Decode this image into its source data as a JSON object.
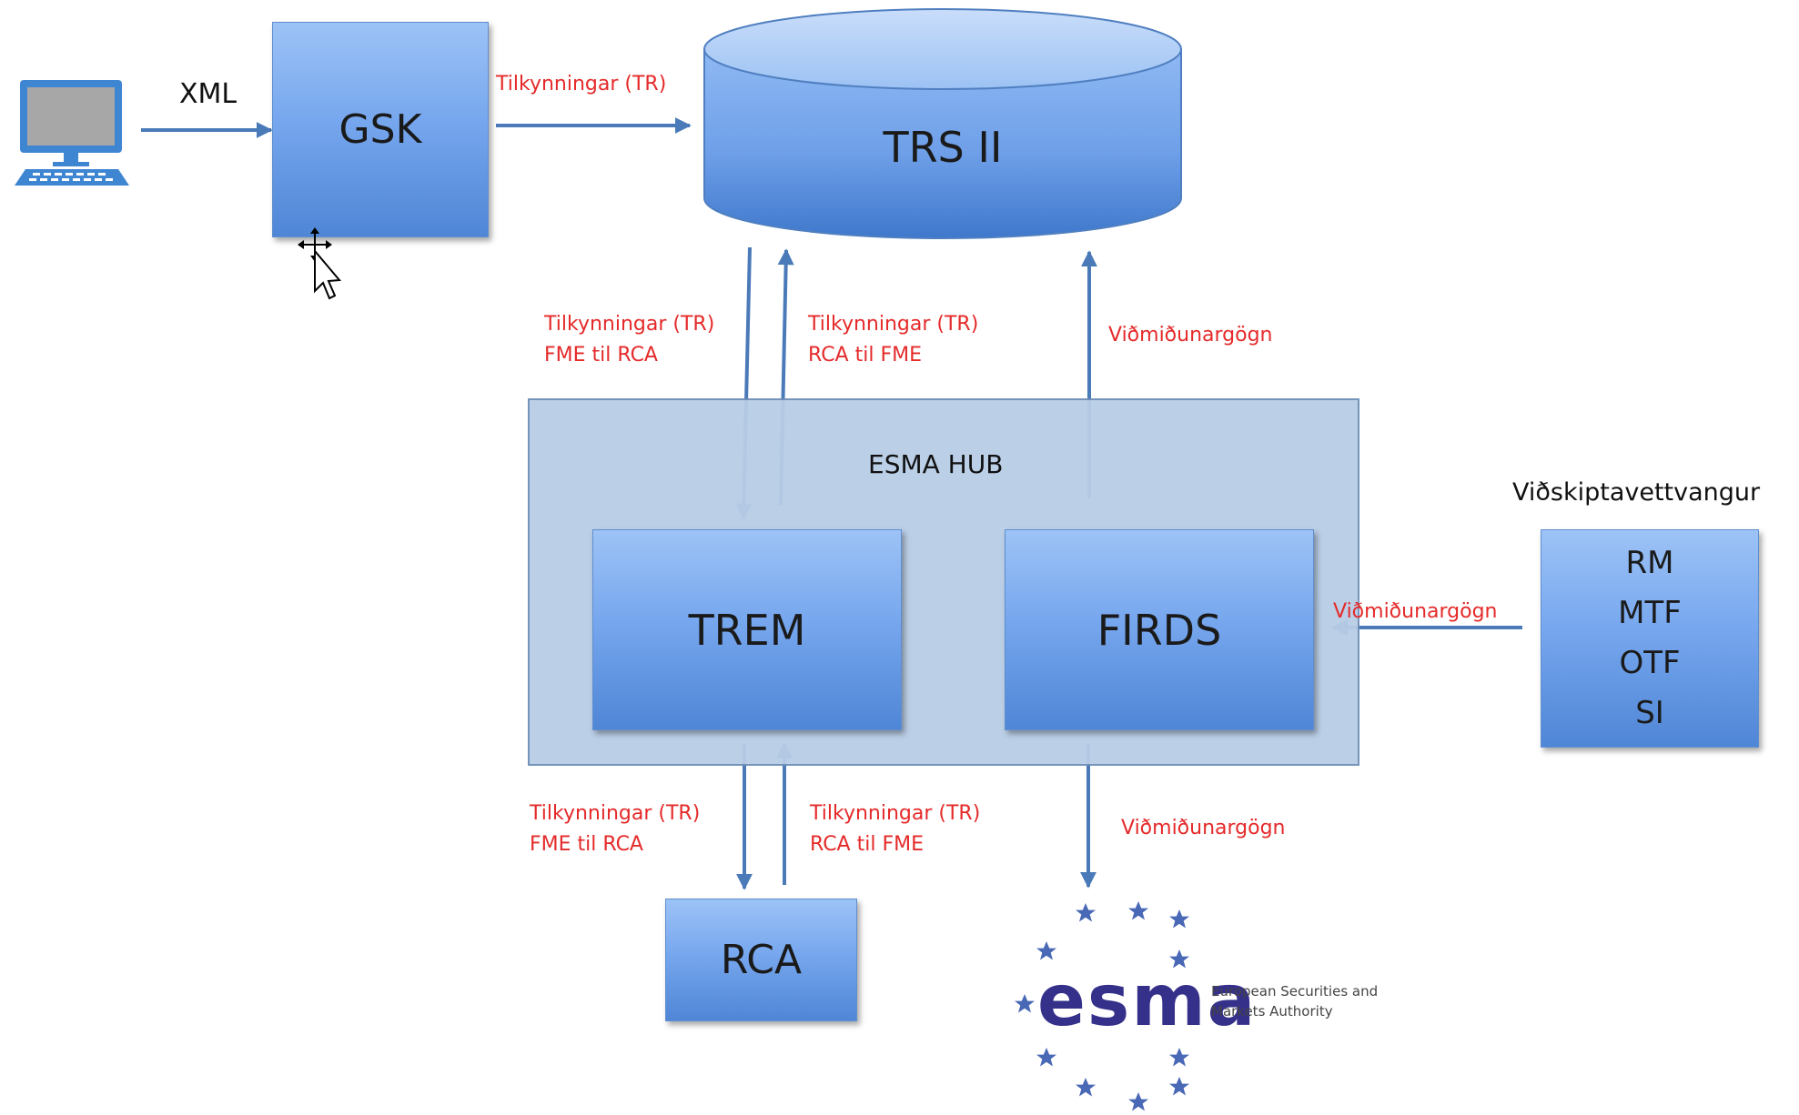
{
  "nodes": {
    "gsk": "GSK",
    "trs": "TRS II",
    "hub": "ESMA HUB",
    "trem": "TREM",
    "firds": "FIRDS",
    "rca": "RCA",
    "venues_title": "Viðskiptavettvangur",
    "venues": [
      "RM",
      "MTF",
      "OTF",
      "SI"
    ]
  },
  "edges": {
    "xml": "XML",
    "gsk_to_trs": "Tilkynningar (TR)",
    "trs_to_trem": [
      "Tilkynningar (TR)",
      "FME til RCA"
    ],
    "trem_to_trs": [
      "Tilkynningar (TR)",
      "RCA til FME"
    ],
    "firds_to_trs": "Viðmiðunargögn",
    "venues_to_firds": "Viðmiðunargögn",
    "trem_to_rca": [
      "Tilkynningar (TR)",
      "FME til RCA"
    ],
    "rca_to_trem": [
      "Tilkynningar (TR)",
      "RCA til FME"
    ],
    "firds_to_esma": "Viðmiðunargögn"
  },
  "esma_logo": {
    "wordmark": "esma",
    "tagline": [
      "European Securities and",
      "Markets Authority"
    ]
  },
  "colors": {
    "box_top": "#9dc3f6",
    "box_bottom": "#4f86d6",
    "arrow": "#4a7ab8",
    "label": "#e52a2a",
    "hub": "#b8cde6",
    "esma_purple": "#35308a",
    "esma_star": "#4968b5"
  }
}
